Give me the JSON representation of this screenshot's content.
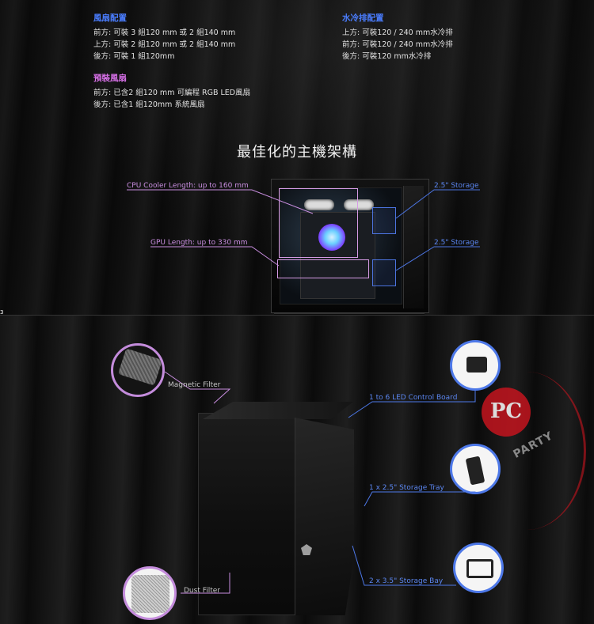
{
  "fan_config": {
    "title": "風扇配置",
    "lines": [
      "前方: 可裝 3 組120 mm 或 2 組140 mm",
      "上方: 可裝 2 組120 mm 或 2 組140 mm",
      "後方: 可裝 1 組120mm"
    ]
  },
  "water_config": {
    "title": "水冷排配置",
    "lines": [
      "上方: 可裝120 / 240 mm水冷排",
      "前方: 可裝120 / 240 mm水冷排",
      "後方: 可裝120 mm水冷排"
    ]
  },
  "preinstalled": {
    "title": "預裝風扇",
    "lines": [
      "前方: 已含2 組120 mm 可編程 RGB LED風扇",
      "後方: 已含1 組120mm 系統風扇"
    ]
  },
  "main_title": "最佳化的主機架構",
  "labels": {
    "cpu_cooler": "CPU Cooler Length: up to 160 mm",
    "gpu": "GPU Length: up to 330 mm",
    "storage_top": "2.5\" Storage",
    "storage_bottom": "2.5\" Storage",
    "magnetic_filter": "Magnetic Filter",
    "led_board": "1 to 6 LED Control Board",
    "storage_tray": "1 x 2.5\" Storage Tray",
    "storage_bay": "2 x 3.5\" Storage Bay",
    "dust_filter": "Dust Filter"
  },
  "page_mark": "3",
  "colors": {
    "blue": "#4a7dff",
    "pink": "#d66fe6",
    "purple": "#c98ee0",
    "accent_blue": "#5b86f0"
  }
}
